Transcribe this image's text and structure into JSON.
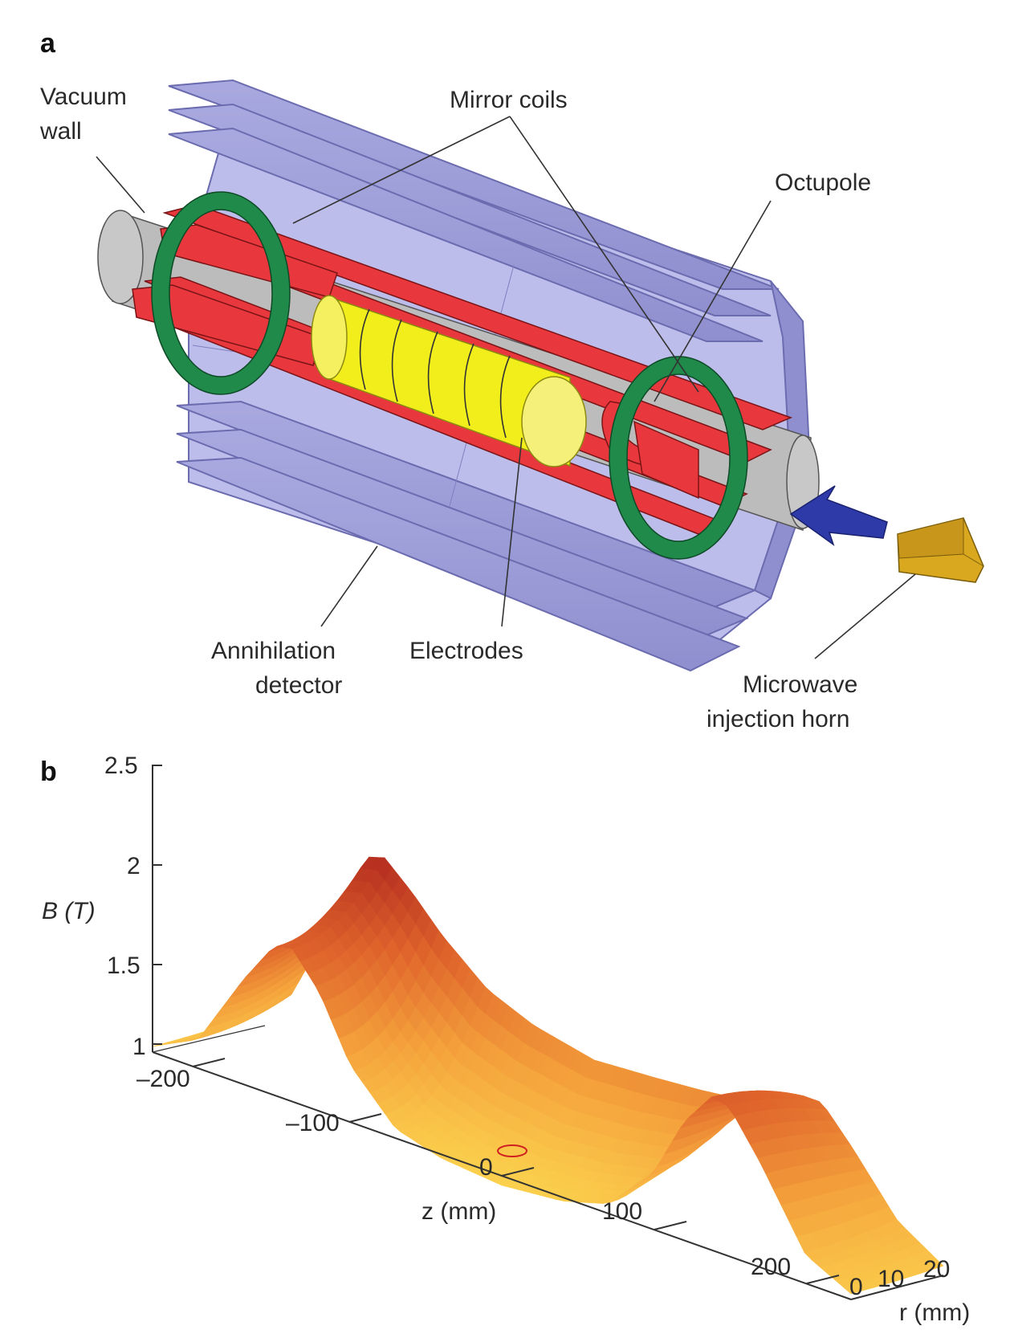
{
  "panel_a": {
    "panel_label": "a",
    "labels": {
      "vacuum_wall": [
        "Vacuum",
        "wall"
      ],
      "mirror_coils": "Mirror coils",
      "octupole": "Octupole",
      "annihilation_detector": [
        "Annihilation",
        "detector"
      ],
      "electrodes": "Electrodes",
      "microwave_horn": [
        "Microwave",
        "injection horn"
      ]
    },
    "colors": {
      "detector": "#9a9ad6",
      "vacuum_wall": "#bdbdbd",
      "octupole": "#e8383d",
      "mirror_coils": "#1f8a4a",
      "electrodes": "#f2ee1c",
      "arrow": "#2d3aa8",
      "horn": "#d9a81e"
    }
  },
  "panel_b": {
    "panel_label": "b",
    "z_axis_label": "z (mm)",
    "r_axis_label": "r (mm)",
    "b_axis_label": "B (T)",
    "z_ticks": [
      "–200",
      "–100",
      "0",
      "100",
      "200"
    ],
    "r_ticks": [
      "0",
      "10",
      "20"
    ],
    "b_ticks": [
      "1",
      "1.5",
      "2",
      "2.5"
    ]
  },
  "chart_data": {
    "type": "surface",
    "z_label": "z (mm)",
    "r_label": "r (mm)",
    "b_label": "B (T)",
    "z_range": [
      -230,
      230
    ],
    "r_range": [
      0,
      22
    ],
    "b_range": [
      1,
      2.5
    ],
    "z_ticks": [
      -200,
      -100,
      0,
      100,
      200
    ],
    "r_ticks": [
      0,
      10,
      20
    ],
    "b_ticks": [
      1,
      1.5,
      2,
      2.5
    ],
    "profile_r0": {
      "z": [
        -230,
        -200,
        -170,
        -150,
        -138,
        -120,
        -100,
        -70,
        -40,
        0,
        40,
        70,
        100,
        120,
        138,
        150,
        170,
        200,
        230
      ],
      "B": [
        1.03,
        1.15,
        1.55,
        1.78,
        1.8,
        1.62,
        1.3,
        1.05,
        0.98,
        0.95,
        0.98,
        1.05,
        1.3,
        1.62,
        1.8,
        1.78,
        1.55,
        1.15,
        1.03
      ]
    },
    "profile_r22": {
      "z": [
        -230,
        -200,
        -170,
        -150,
        -138,
        -120,
        -100,
        -70,
        -40,
        0,
        40,
        70,
        100,
        120,
        138,
        150,
        170,
        200,
        230
      ],
      "B": [
        1.05,
        1.25,
        1.75,
        2.12,
        2.15,
        2.02,
        1.85,
        1.65,
        1.55,
        1.48,
        1.5,
        1.52,
        1.55,
        1.62,
        1.68,
        1.68,
        1.5,
        1.2,
        1.05
      ]
    },
    "colormap": [
      "#fbd04d",
      "#f5a33c",
      "#e0662c",
      "#b42b1f"
    ]
  }
}
